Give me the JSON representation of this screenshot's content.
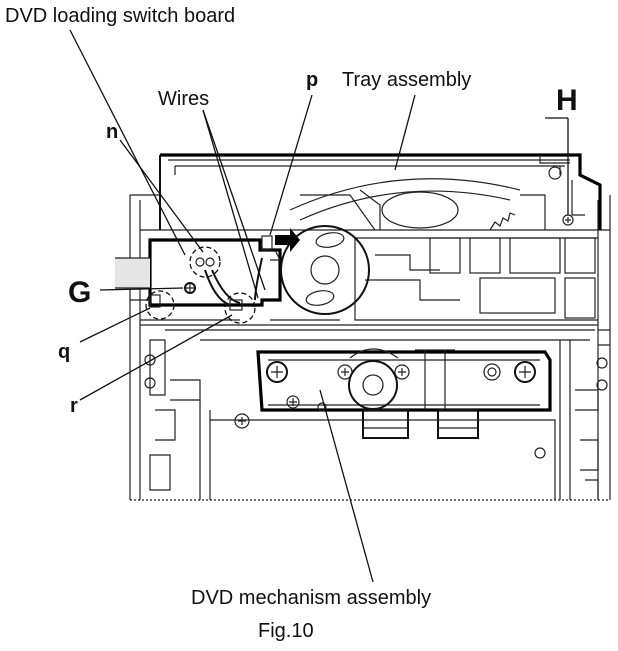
{
  "labels": {
    "switch_board": "DVD loading switch board",
    "wires": "Wires",
    "p": "p",
    "tray": "Tray assembly",
    "h": "H",
    "n": "n",
    "g": "G",
    "q": "q",
    "r": "r",
    "mechanism": "DVD mechanism assembly",
    "caption": "Fig.10"
  }
}
